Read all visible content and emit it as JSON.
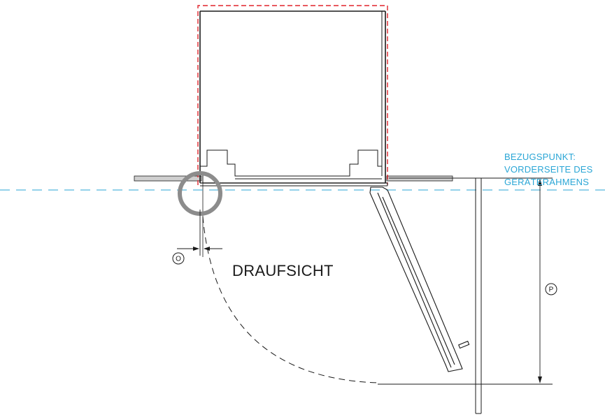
{
  "diagram": {
    "view_title": "DRAUFSICHT",
    "reference_label": [
      "BEZUGSPUNKT:",
      "VORDERSEITE DES",
      "GERÄTERAHMENS"
    ],
    "markers": {
      "side_gap": "O",
      "door_depth": "P"
    },
    "colors": {
      "line": "#1a1a1a",
      "reference_line": "#2aa6d6",
      "appliance_outline": "#e0242c",
      "wall": "#cfcfcf",
      "highlight_circle": "#8c8c8c"
    }
  }
}
